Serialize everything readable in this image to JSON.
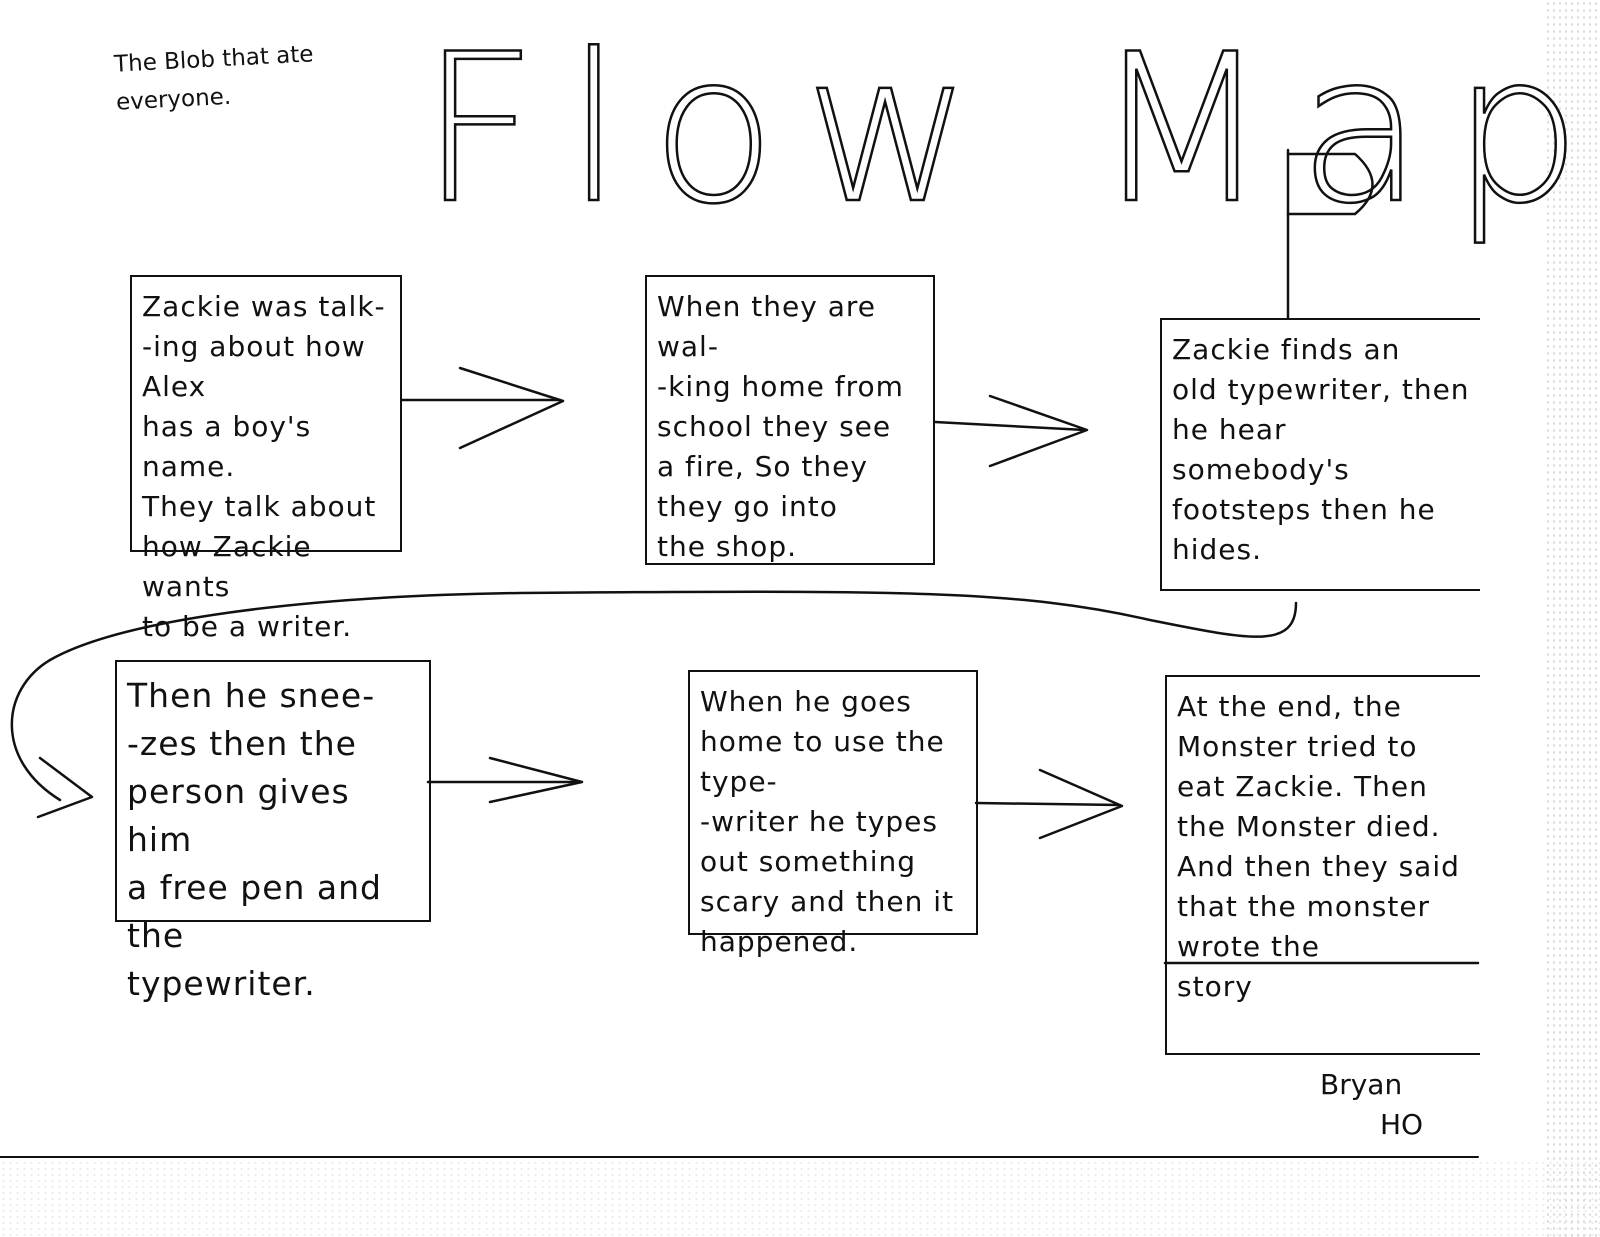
{
  "corner_note": "The Blob that ate everyone.",
  "title": "Flow Map",
  "boxes": [
    {
      "text": "Zackie was talk-\n-ing about how Alex\nhas a boy's name.\nThey talk about\nhow Zackie wants\nto be a writer."
    },
    {
      "text": "When they are wal-\n-king home from\nschool they see\na fire, So they\nthey go into\nthe shop."
    },
    {
      "text": "Zackie finds an\nold typewriter, then\nhe hear somebody's\nfootsteps then he\nhides."
    },
    {
      "text": "Then he snee-\n-zes then the\nperson gives him\na free pen and the\ntypewriter."
    },
    {
      "text": "When he goes\nhome to use the type-\n-writer he types\nout something\nscary and then it\nhappened."
    },
    {
      "text": "At the end, the\nMonster tried to\neat Zackie. Then\nthe Monster died.\nAnd then they said\nthat the monster\nwrote the\nstory"
    }
  ],
  "signature": {
    "line1": "Bryan",
    "line2": "HO"
  }
}
